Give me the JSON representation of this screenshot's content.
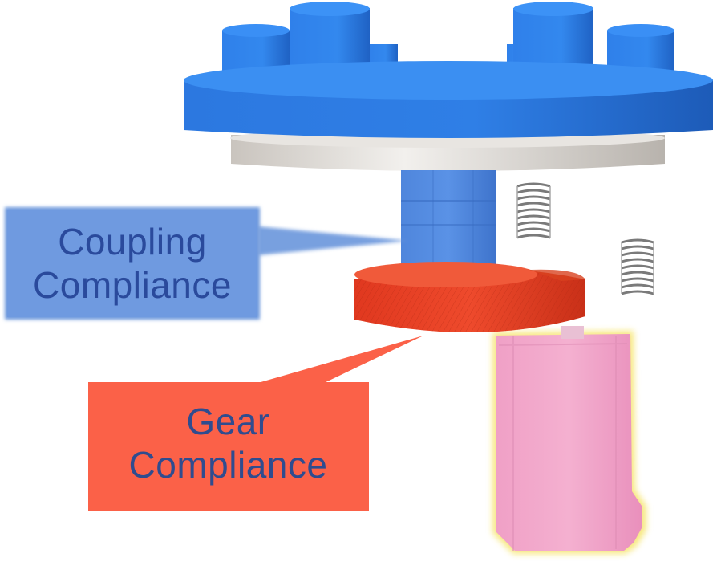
{
  "labels": {
    "coupling_line1": "Coupling",
    "coupling_line2": "Compliance",
    "gear_line1": "Gear",
    "gear_line2": "Compliance"
  },
  "colors": {
    "background": "#ffffff",
    "plate_blue": "#2f7fe0",
    "plate_blue_dark": "#1f5fb8",
    "steel_disc": "#d8d4cf",
    "coupling_callout": "#6b96dc",
    "coupling_text": "#2a4a9c",
    "gear_red": "#e8452a",
    "gear_callout": "#fb6148",
    "gear_text": "#2f4c8f",
    "motor_pink": "#f1a3c8",
    "motor_glow": "#f6e46a",
    "spring_steel": "#8a8a8a"
  },
  "icons": {
    "coupling": "cylinder-coupling",
    "gear": "spur-gear",
    "motor": "servo-motor",
    "springs": "compression-spring"
  }
}
